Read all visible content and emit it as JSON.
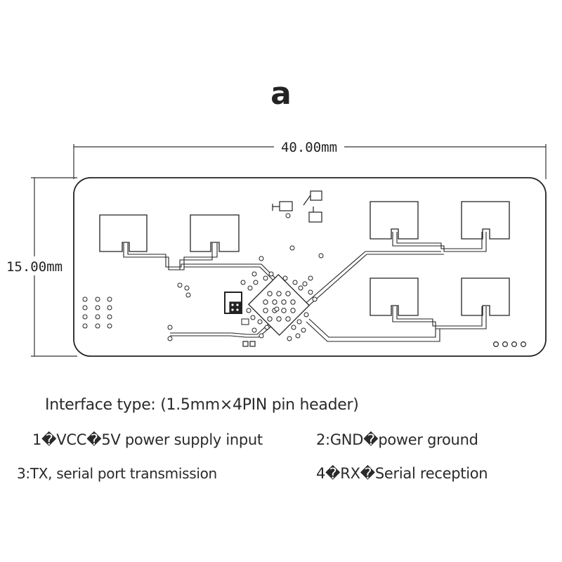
{
  "figure": {
    "label": "a",
    "dimensions": {
      "width": "40.00mm",
      "height": "15.00mm"
    }
  },
  "interface": {
    "type_text": "Interface type: (1.5mm×4PIN pin header)",
    "pins": [
      {
        "text": "1�VCC�5V power supply input"
      },
      {
        "text": "2:GND�power ground"
      },
      {
        "text": "3:TX, serial port transmission"
      },
      {
        "text": "4�RX�Serial reception"
      }
    ]
  }
}
